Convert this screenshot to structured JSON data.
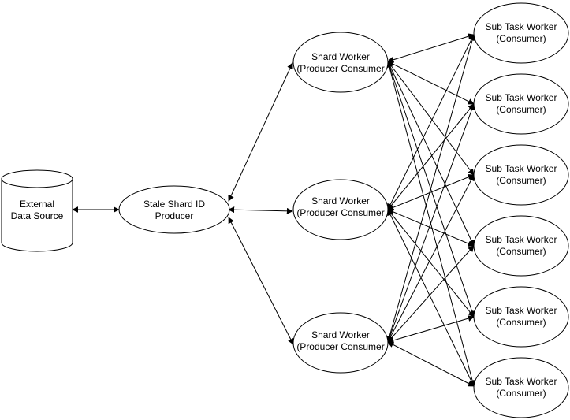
{
  "diagram": {
    "nodes": {
      "external": {
        "lines": [
          "External",
          "Data Source"
        ]
      },
      "producer": {
        "lines": [
          "Stale Shard ID",
          "Producer"
        ]
      },
      "shard_workers": [
        {
          "lines": [
            "Shard Worker",
            "(Producer Consumer"
          ]
        },
        {
          "lines": [
            "Shard Worker",
            "(Producer Consumer"
          ]
        },
        {
          "lines": [
            "Shard Worker",
            "(Producer Consumer"
          ]
        }
      ],
      "sub_task_workers": [
        {
          "lines": [
            "Sub Task Worker",
            "(Consumer)"
          ]
        },
        {
          "lines": [
            "Sub Task Worker",
            "(Consumer)"
          ]
        },
        {
          "lines": [
            "Sub Task Worker",
            "(Consumer)"
          ]
        },
        {
          "lines": [
            "Sub Task Worker",
            "(Consumer)"
          ]
        },
        {
          "lines": [
            "Sub Task Worker",
            "(Consumer)"
          ]
        },
        {
          "lines": [
            "Sub Task Worker",
            "(Consumer)"
          ]
        }
      ]
    },
    "edges": [
      {
        "from": "external",
        "to": "producer",
        "arrows": "both"
      },
      {
        "from": "producer",
        "to": "shard_workers.0",
        "arrows": "both"
      },
      {
        "from": "producer",
        "to": "shard_workers.1",
        "arrows": "both"
      },
      {
        "from": "producer",
        "to": "shard_workers.2",
        "arrows": "both"
      },
      {
        "from": "shard_workers.*",
        "to": "sub_task_workers.*",
        "arrows": "both",
        "note": "every shard worker to every sub task worker"
      }
    ]
  }
}
